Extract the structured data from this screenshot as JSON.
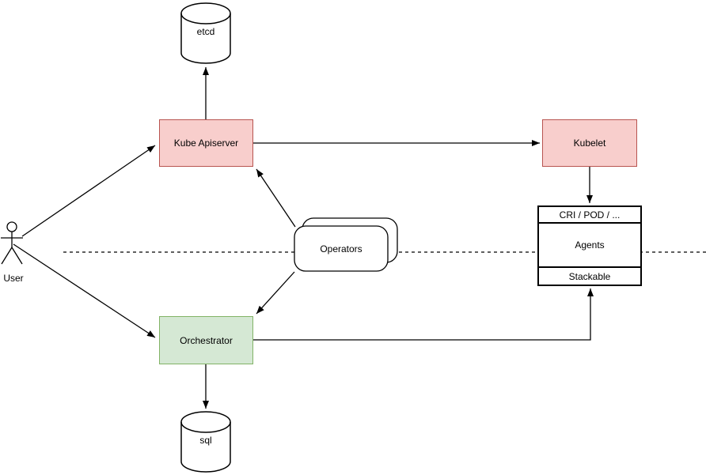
{
  "diagram": {
    "colors": {
      "background": "#ffffff",
      "red_node_fill": "#f8cecc",
      "red_node_stroke": "#b85450",
      "green_node_fill": "#d5e8d4",
      "green_node_stroke": "#82b366",
      "plain_shape_stroke": "#000000",
      "connector_color": "#000000",
      "text_color": "#000000"
    },
    "nodes": {
      "etcd": {
        "label": "etcd",
        "shape": "cylinder"
      },
      "kube_apiserver": {
        "label": "Kube Apiserver",
        "shape": "rectangle",
        "fill": "red"
      },
      "kubelet": {
        "label": "Kubelet",
        "shape": "rectangle",
        "fill": "red"
      },
      "agents_stack": {
        "shape": "list",
        "header": "CRI / POD / ...",
        "body": "Agents",
        "footer": "Stackable"
      },
      "operators": {
        "label": "Operators",
        "shape": "stacked-rounded-rectangles"
      },
      "orchestrator": {
        "label": "Orchestrator",
        "shape": "rectangle",
        "fill": "green"
      },
      "sql": {
        "label": "sql",
        "shape": "cylinder"
      },
      "user": {
        "label": "User",
        "shape": "actor"
      }
    },
    "edges": [
      {
        "from": "User",
        "to": "Kube Apiserver",
        "style": "straight",
        "arrow": true
      },
      {
        "from": "User",
        "to": "Orchestrator",
        "style": "straight",
        "arrow": true
      },
      {
        "from": "Kube Apiserver",
        "to": "etcd",
        "style": "straight",
        "arrow": true
      },
      {
        "from": "Kube Apiserver",
        "to": "Kubelet",
        "style": "straight",
        "arrow": true
      },
      {
        "from": "Kubelet",
        "to": "CRI / POD / ...",
        "style": "straight",
        "arrow": true
      },
      {
        "from": "Operators",
        "to": "Kube Apiserver",
        "style": "straight",
        "arrow": true
      },
      {
        "from": "Operators",
        "to": "Orchestrator",
        "style": "straight",
        "arrow": true
      },
      {
        "from": "Orchestrator",
        "to": "sql",
        "style": "straight",
        "arrow": true
      },
      {
        "from": "Orchestrator",
        "to": "Stackable",
        "style": "orthogonal",
        "arrow": true
      }
    ],
    "separator": {
      "style": "dashed-horizontal-line"
    }
  }
}
